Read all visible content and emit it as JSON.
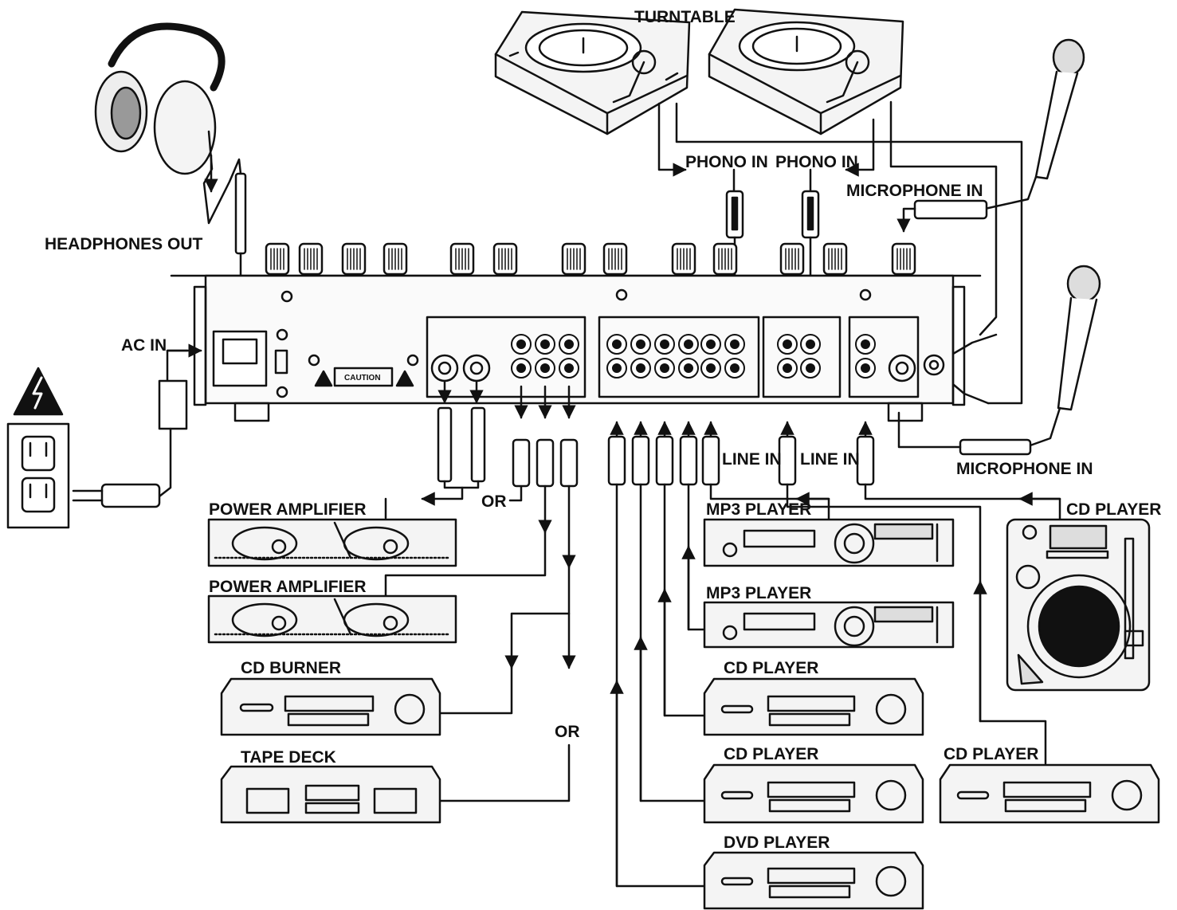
{
  "labels": {
    "turntable": "TURNTABLE",
    "phono_in_1": "PHONO IN",
    "phono_in_2": "PHONO IN",
    "microphone_in_top": "MICROPHONE IN",
    "microphone_in_bottom": "MICROPHONE IN",
    "headphones_out": "HEADPHONES OUT",
    "ac_in": "AC IN",
    "or_top": "OR",
    "or_bottom": "OR",
    "line_in_1": "LINE IN",
    "line_in_2": "LINE IN",
    "power_amplifier_1": "POWER AMPLIFIER",
    "power_amplifier_2": "POWER AMPLIFIER",
    "cd_burner": "CD BURNER",
    "tape_deck": "TAPE DECK",
    "mp3_player_1": "MP3 PLAYER",
    "mp3_player_2": "MP3 PLAYER",
    "cd_player_right": "CD PLAYER",
    "cd_player_1": "CD PLAYER",
    "cd_player_2": "CD PLAYER",
    "cd_player_3": "CD PLAYER",
    "dvd_player": "DVD PLAYER",
    "caution": "CAUTION"
  },
  "colors": {
    "line": "#111111",
    "background": "#ffffff",
    "device_fill": "#f4f4f4"
  },
  "icons": [
    "headphones-icon",
    "turntable-icon",
    "microphone-icon",
    "outlet-icon",
    "high-voltage-icon",
    "power-plug-icon",
    "mixer-rear-panel"
  ]
}
